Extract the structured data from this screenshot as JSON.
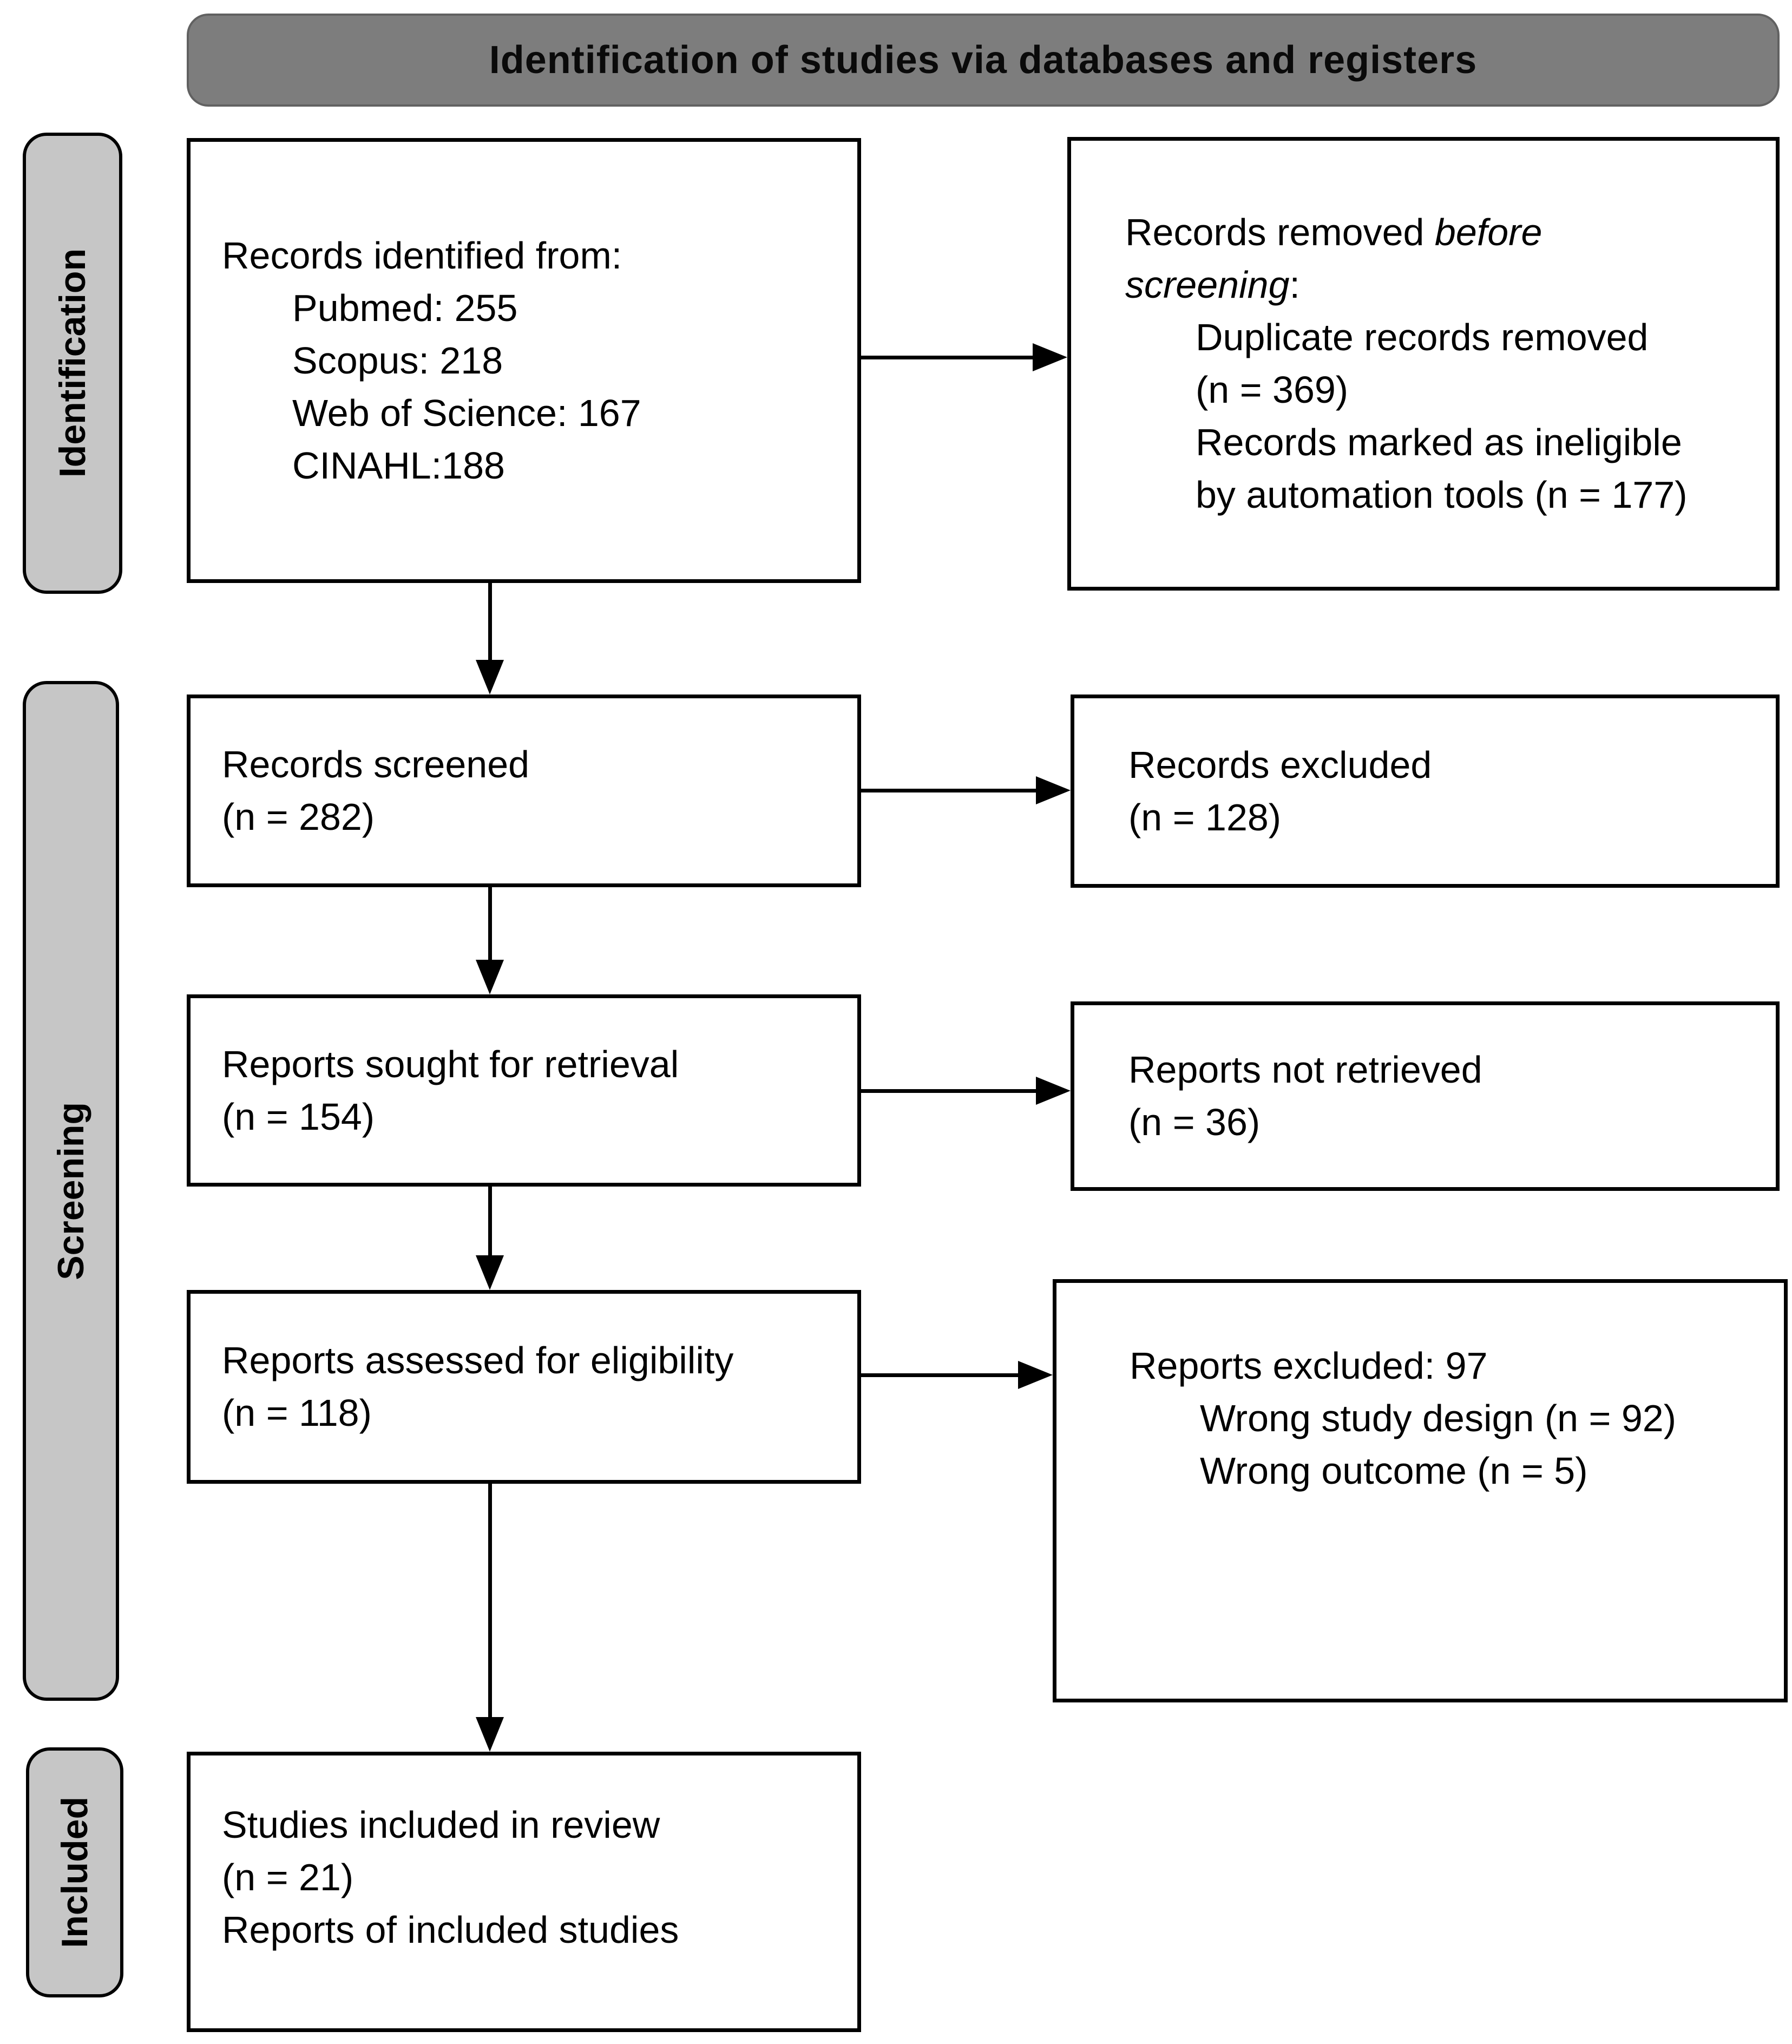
{
  "title": "Identification of studies via databases and registers",
  "stages": {
    "identification": "Identification",
    "screening": "Screening",
    "included": "Included"
  },
  "boxes": {
    "records_identified": {
      "heading": "Records identified from:",
      "items": [
        "Pubmed: 255",
        "Scopus: 218",
        "Web of Science: 167",
        "CINAHL:188"
      ]
    },
    "records_removed": {
      "line1_normal": "Records removed ",
      "line1_italic": "before",
      "line2_italic": "screening",
      "line2_normal": ":",
      "items": [
        "Duplicate records removed",
        "(n = 369)",
        "Records marked as ineligible",
        "by automation tools (n = 177)"
      ]
    },
    "records_screened": {
      "lines": [
        "Records screened",
        "(n = 282)"
      ]
    },
    "records_excluded": {
      "lines": [
        "Records excluded",
        "(n = 128)"
      ]
    },
    "reports_sought": {
      "lines": [
        "Reports sought for retrieval",
        "(n = 154)"
      ]
    },
    "reports_not_retrieved": {
      "lines": [
        "Reports not retrieved",
        "(n = 36)"
      ]
    },
    "reports_assessed": {
      "lines": [
        "Reports assessed for eligibility",
        "(n = 118)"
      ]
    },
    "reports_excluded": {
      "heading": "Reports excluded: 97",
      "items": [
        "Wrong study design (n = 92)",
        "Wrong outcome (n = 5)"
      ]
    },
    "studies_included": {
      "lines": [
        "Studies included in review",
        "(n = 21)",
        "Reports of included studies"
      ]
    }
  }
}
